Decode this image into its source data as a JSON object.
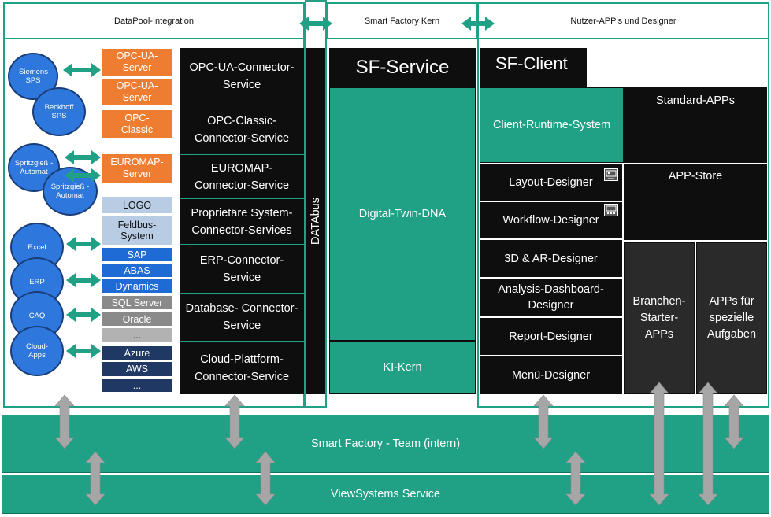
{
  "headers": {
    "datapool": "DataPool-Integration",
    "kern": "Smart Factory Kern",
    "nutzer": "Nutzer-APP's und Designer"
  },
  "sources": {
    "siemens": "Siemens SPS",
    "beckhoff": "Beckhoff SPS",
    "spritz1": "Spritzgieß -Automat",
    "spritz2": "Spritzgieß -Automat",
    "excel": "Excel",
    "erp": "ERP",
    "caq": "CAQ",
    "cloud": "Cloud- Apps"
  },
  "servers": {
    "opcua1": "OPC-UA- Server",
    "opcua2": "OPC-UA- Server",
    "opcclassic": "OPC- Classic",
    "euromap": "EUROMAP- Server"
  },
  "tags": [
    "LOGO",
    "Feldbus- System",
    "SAP",
    "ABAS",
    "Dynamics",
    "SQL Server",
    "Oracle",
    "...",
    "Azure",
    "AWS",
    "..."
  ],
  "connectors": [
    "OPC-UA-Connector- Service",
    "OPC-Classic- Connector-Service",
    "EUROMAP- Connector-Service",
    "Proprietäre System- Connector-Services",
    "ERP-Connector- Service",
    "Database- Connector-Service",
    "Cloud-Plattform- Connector-Service"
  ],
  "databus": "DATAbus",
  "sf_service": {
    "title": "SF-Service",
    "dna": "Digital-Twin-DNA",
    "ki": "KI-Kern"
  },
  "sf_client": {
    "title": "SF-Client",
    "runtime": "Client-Runtime-System",
    "designers": [
      "Layout-Designer",
      "Workflow-Designer",
      "3D & AR-Designer",
      "Analysis-Dashboard- Designer",
      "Report-Designer",
      "Menü-Designer"
    ]
  },
  "apps": {
    "standard": "Standard-APPs",
    "store": "APP-Store",
    "branchen": "Branchen- Starter- APPs",
    "spezielle": "APPs für spezielle Aufgaben"
  },
  "bars": {
    "team": "Smart Factory - Team (intern)",
    "viewsystems": "ViewSystems Service"
  },
  "colors": {
    "teal": "#20a085",
    "black": "#0e0e0e",
    "orange": "#ee7d31",
    "blue": "#2e77dd",
    "arrow_gray": "#a6a6a6"
  }
}
